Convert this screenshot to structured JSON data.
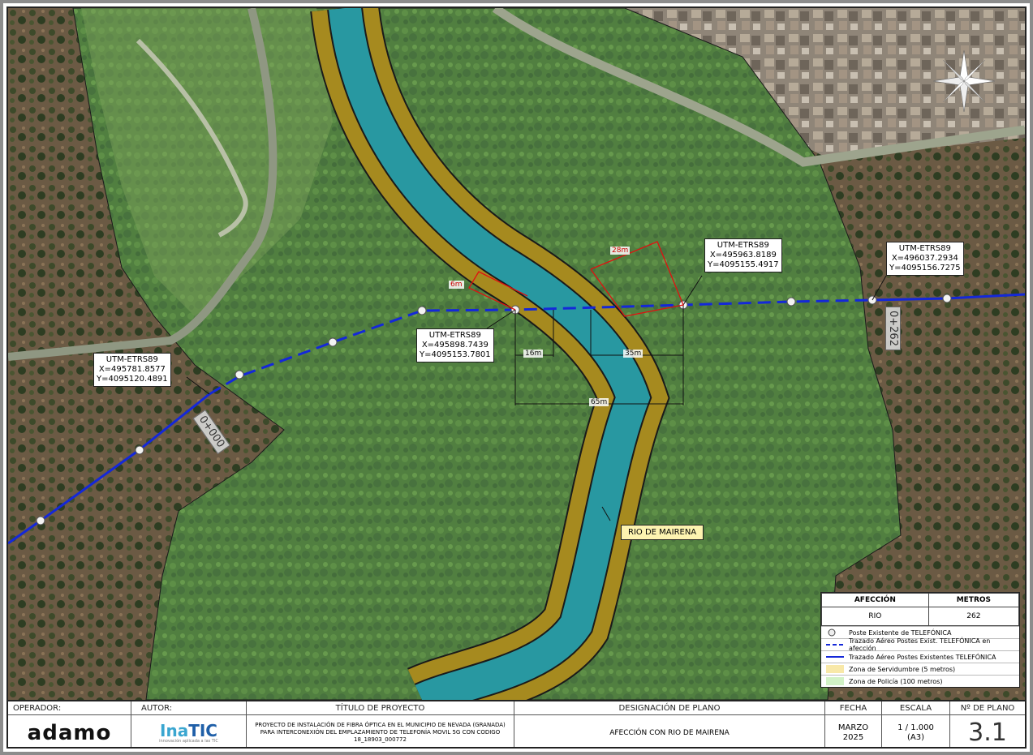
{
  "map": {
    "compass": "north-arrow-icon",
    "colors": {
      "river": "#2aa6b0",
      "servidumbre": "#a68a1f",
      "line": "#1428d9",
      "dim_red": "#e01010"
    },
    "river_label": "RIO DE MAIRENA",
    "pk_start": "0+000",
    "pk_end": "0+262",
    "coords": [
      {
        "title": "UTM-ETRS89",
        "x": "X=495781.8577",
        "y": "Y=4095120.4891"
      },
      {
        "title": "UTM-ETRS89",
        "x": "X=495898.7439",
        "y": "Y=4095153.7801"
      },
      {
        "title": "UTM-ETRS89",
        "x": "X=495963.8189",
        "y": "Y=4095155.4917"
      },
      {
        "title": "UTM-ETRS89",
        "x": "X=496037.2934",
        "y": "Y=4095156.7275"
      }
    ],
    "dimensions": {
      "d6": "6m",
      "d28": "28m",
      "d16": "16m",
      "d35": "35m",
      "d65": "65m"
    }
  },
  "legend": {
    "col_affection": "AFECCIÓN",
    "col_meters": "METROS",
    "row_name": "RIO",
    "row_value": "262",
    "items": [
      "Poste Existente de TELEFÓNICA",
      "Trazado Aéreo Postes Exist. TELEFÓNICA en afección",
      "Trazado Aéreo Postes Existentes TELEFÓNICA",
      "Zona de Servidumbre (5 metros)",
      "Zona de Policía (100 metros)"
    ]
  },
  "titleblock": {
    "operator_label": "OPERADOR:",
    "operator": "adamo",
    "author_label": "AUTOR:",
    "author_a": "Ina",
    "author_b": "TIC",
    "author_tagline": "innovación aplicada a las TIC",
    "title_label": "TÍTULO DE PROYECTO",
    "title": "PROYECTO DE INSTALACIÓN DE FIBRA ÓPTICA EN EL MUNICIPIO DE NEVADA (GRANADA) PARA INTERCONEXIÓN DEL EMPLAZAMIENTO DE TELEFONÍA MOVIL 5G CON CODIGO 18_18903_000772",
    "designation_label": "DESIGNACIÓN DE PLANO",
    "designation": "AFECCIÓN CON RIO DE MAIRENA",
    "date_label": "FECHA",
    "date_month": "MARZO",
    "date_year": "2025",
    "scale_label": "ESCALA",
    "scale": "1 / 1.000",
    "scale_paper": "(A3)",
    "plan_no_label": "Nº DE PLANO",
    "plan_no": "3.1"
  }
}
